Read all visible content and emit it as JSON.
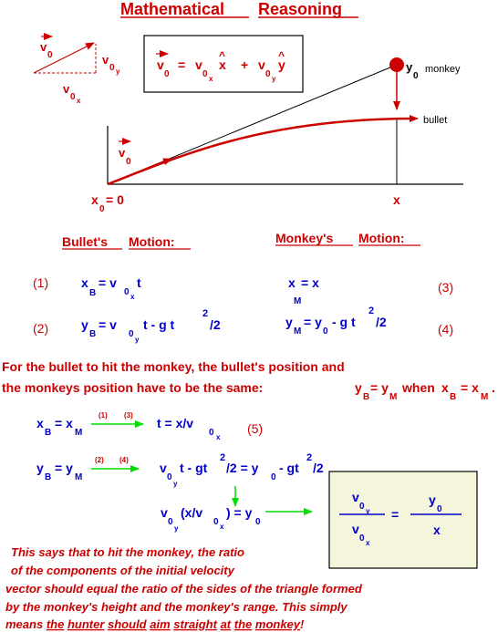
{
  "title": {
    "w1": "Mathematical",
    "w2": "Reasoning"
  },
  "triangle": {
    "v0": "v",
    "v0_sub": "0",
    "v0y": "v",
    "v0y_sub": "0",
    "v0y_subsub": "y",
    "v0x": "v",
    "v0x_sub": "0",
    "v0x_subsub": "x"
  },
  "vector_eq": {
    "lhs": "v",
    "lhs_sub": "0",
    "eq": "=",
    "t1": "v",
    "t1_sub": "0",
    "t1_subsub": "x",
    "xhat": "x",
    "plus": "+",
    "t2": "v",
    "t2_sub": "0",
    "t2_subsub": "y",
    "yhat": "y"
  },
  "diagram": {
    "monkey_y": "y",
    "monkey_y_sub": "0",
    "monkey_label": "monkey",
    "bullet_label": "bullet",
    "v0": "v",
    "v0_sub": "0",
    "x0": "x",
    "x0_sub": "0",
    "x0_eq": "= 0",
    "x_label": "x"
  },
  "headings": {
    "bullet_w1": "Bullet's",
    "bullet_w2": "Motion:",
    "monkey_w1": "Monkey's",
    "monkey_w2": "Motion:"
  },
  "equations": {
    "n1": "(1)",
    "n2": "(2)",
    "n3": "(3)",
    "n4": "(4)",
    "n5": "(5)",
    "e1": {
      "a": "x",
      "a_sub": "B",
      "b": "= v",
      "b_sub": "0",
      "b_subsub": "x",
      "c": "t"
    },
    "e2": {
      "a": "y",
      "a_sub": "B",
      "b": "= v",
      "b_sub": "0",
      "b_subsub": "y",
      "c": "t - g t",
      "sup": "2",
      "d": "/2"
    },
    "e3": {
      "a": "x",
      "a_sub": "M",
      "b": "= x"
    },
    "e4": {
      "a": "y",
      "a_sub": "M",
      "b": "= y",
      "b_sub": "0",
      "c": "- g t",
      "sup": "2",
      "d": "/2"
    }
  },
  "statement": {
    "line1": "For the bullet to hit the monkey, the bullet's position and",
    "line2_a": "the monkeys position have to be the same: ",
    "y": "y",
    "y_sub_b": "B",
    "eq": "= y",
    "y_sub_m": "M",
    "when": "when",
    "x": "x",
    "x_sub_b": "B",
    "x_eq": "= x",
    "x_sub_m": "M",
    "end": "."
  },
  "derivation": {
    "r1": {
      "a": "x",
      "a_sub": "B",
      "b": "= x",
      "b_sub": "M",
      "arrow_l1": "(1)",
      "arrow_l2": "(3)",
      "c": "t = x/v",
      "c_sub": "0",
      "c_subsub": "x"
    },
    "r2": {
      "a": "y",
      "a_sub": "B",
      "b": "= y",
      "b_sub": "M",
      "arrow_l1": "(2)",
      "arrow_l2": "(4)",
      "c": "v",
      "c_sub": "0",
      "c_subsub": "y",
      "d": "t - gt",
      "sup": "2",
      "e": "/2 = y",
      "e_sub": "0",
      "f": "- gt",
      "sup2": "2",
      "g": "/2"
    },
    "r3": {
      "a": "v",
      "a_sub": "0",
      "a_subsub": "y",
      "b": "(x/v",
      "b_sub": "0",
      "b_subsub": "x",
      "c": ") = y",
      "c_sub": "0"
    }
  },
  "result": {
    "num_l": "v",
    "num_l_sub": "0",
    "num_l_subsub": "y",
    "den_l": "v",
    "den_l_sub": "0",
    "den_l_subsub": "x",
    "eq": "=",
    "num_r": "y",
    "num_r_sub": "0",
    "den_r": "x"
  },
  "conclusion": {
    "l1": "This says that to hit the monkey, the ratio",
    "l2": "of the components of the initial velocity",
    "l3": "vector should equal the ratio of the sides of the triangle formed",
    "l4": "by the monkey's height and the monkey's range. This simply",
    "l5": "means ",
    "u1": "the",
    "u2": "hunter",
    "u3": "should",
    "u4": "aim",
    "u5": "straight",
    "u6": "at",
    "u7": "the",
    "u8": "monkey",
    "end": "!"
  },
  "colors": {
    "red": "#cc0000",
    "blue": "#0000cc",
    "green": "#00dd00",
    "box": "#f5f5dc"
  }
}
